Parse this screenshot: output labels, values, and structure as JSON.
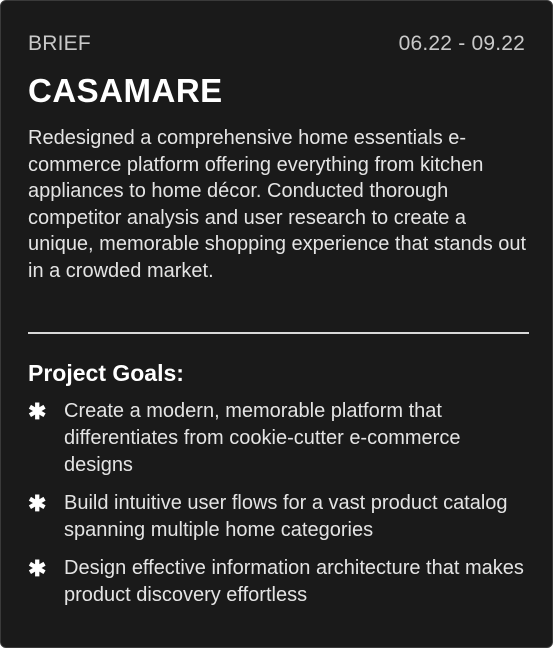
{
  "card": {
    "label": "BRIEF",
    "dates": "06.22 - 09.22",
    "title": "CASAMARE",
    "description": "Redesigned a comprehensive home essentials e-commerce platform offering everything from kitchen appliances to home décor. Conducted thorough competitor analysis and user research to create a unique, memorable shopping experience that stands out in a crowded market."
  },
  "goals": {
    "heading": "Project Goals:",
    "icon": "asterisk-icon",
    "items": [
      {
        "text": "Create a modern, memorable platform that differentiates from cookie-cutter e-commerce designs"
      },
      {
        "text": "Build intuitive user flows for a vast product catalog spanning multiple home categories"
      },
      {
        "text": "Design effective information architecture that makes product discovery effortless"
      }
    ]
  },
  "colors": {
    "background": "#1a1a1a",
    "text": "#e4e4e4",
    "muted": "#c9c9c9",
    "divider": "#d8d8d8"
  }
}
